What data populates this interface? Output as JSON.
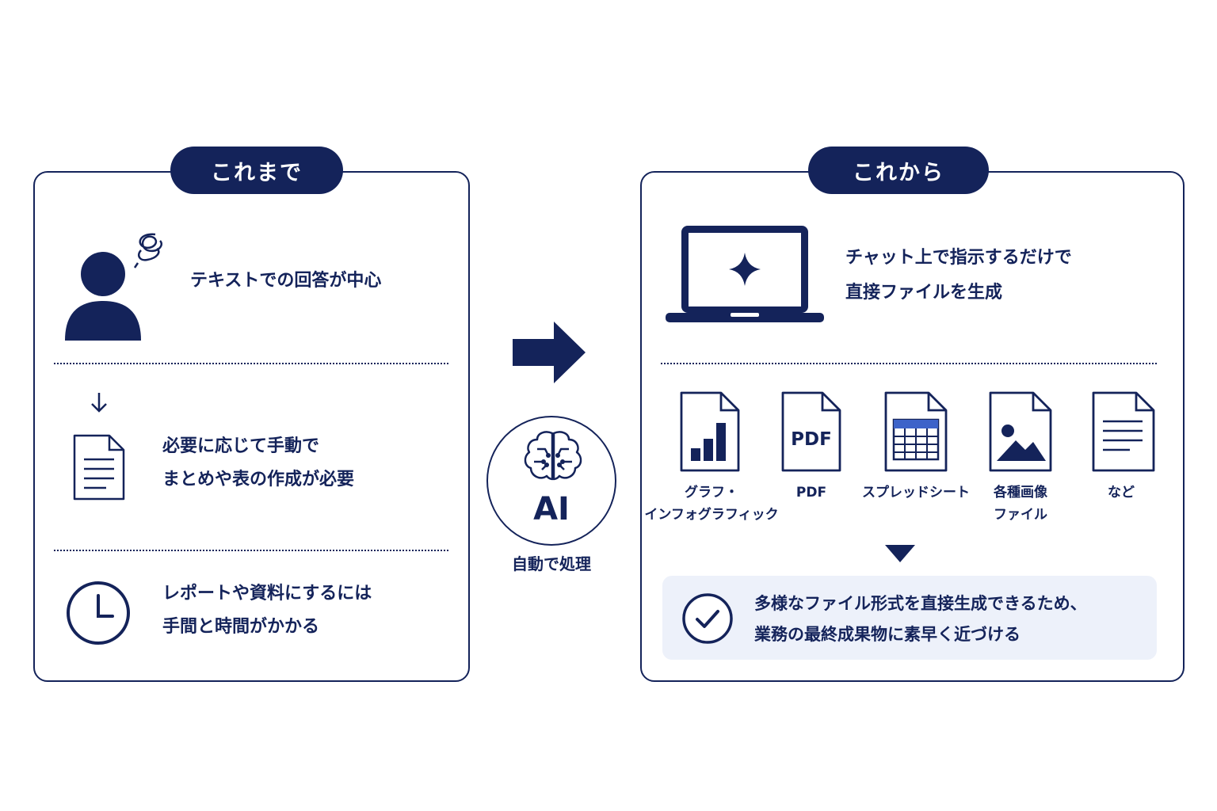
{
  "colors": {
    "navy": "#14235a",
    "light_box": "#edf1fa",
    "background": "#ffffff"
  },
  "before": {
    "tag": "これまで",
    "rows": [
      {
        "icon": "confused-person-icon",
        "lines": [
          "テキストでの回答が中心"
        ]
      },
      {
        "icon": "document-icon",
        "lines": [
          "必要に応じて手動で",
          "まとめや表の作成が必要"
        ]
      },
      {
        "icon": "clock-icon",
        "lines": [
          "レポートや資料にするには",
          "手間と時間がかかる"
        ]
      }
    ]
  },
  "center": {
    "badge": "AI",
    "caption": "自動で処理"
  },
  "after": {
    "tag": "これから",
    "intro_lines": [
      "チャット上で指示するだけで",
      "直接ファイルを生成"
    ],
    "file_types": [
      {
        "icon": "chart-file-icon",
        "lines": [
          "グラフ・",
          "インフォグラフィック"
        ]
      },
      {
        "icon": "pdf-file-icon",
        "lines": [
          "PDF"
        ],
        "badge": "PDF"
      },
      {
        "icon": "spreadsheet-file-icon",
        "lines": [
          "スプレッドシート"
        ]
      },
      {
        "icon": "image-file-icon",
        "lines": [
          "各種画像",
          "ファイル"
        ]
      },
      {
        "icon": "text-file-icon",
        "lines": [
          "など"
        ]
      }
    ],
    "result_lines": [
      "多様なファイル形式を直接生成できるため、",
      "業務の最終成果物に素早く近づける"
    ]
  }
}
